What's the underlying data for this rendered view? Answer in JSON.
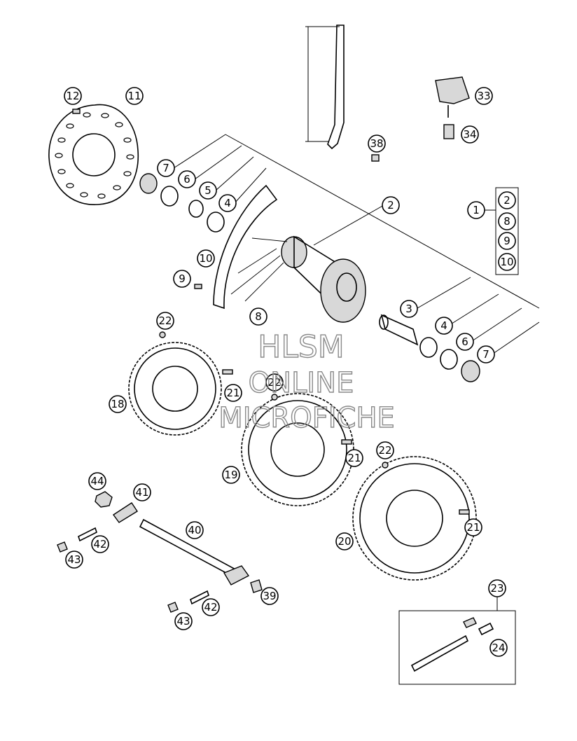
{
  "watermark": {
    "line1": "HLSM",
    "line2": "ONLINE",
    "line3": "MICROFICHE"
  },
  "callouts": [
    {
      "id": "c12",
      "label": "12"
    },
    {
      "id": "c11",
      "label": "11"
    },
    {
      "id": "c33",
      "label": "33"
    },
    {
      "id": "c34",
      "label": "34"
    },
    {
      "id": "c38",
      "label": "38"
    },
    {
      "id": "c7a",
      "label": "7"
    },
    {
      "id": "c6a",
      "label": "6"
    },
    {
      "id": "c5",
      "label": "5"
    },
    {
      "id": "c4a",
      "label": "4"
    },
    {
      "id": "c2",
      "label": "2"
    },
    {
      "id": "c1",
      "label": "1"
    },
    {
      "id": "k2",
      "label": "2"
    },
    {
      "id": "k8",
      "label": "8"
    },
    {
      "id": "k9",
      "label": "9"
    },
    {
      "id": "k10",
      "label": "10"
    },
    {
      "id": "c10",
      "label": "10"
    },
    {
      "id": "c9",
      "label": "9"
    },
    {
      "id": "c8",
      "label": "8"
    },
    {
      "id": "c3",
      "label": "3"
    },
    {
      "id": "c4b",
      "label": "4"
    },
    {
      "id": "c6b",
      "label": "6"
    },
    {
      "id": "c7b",
      "label": "7"
    },
    {
      "id": "c22a",
      "label": "22"
    },
    {
      "id": "c21a",
      "label": "21"
    },
    {
      "id": "c22b",
      "label": "22"
    },
    {
      "id": "c18",
      "label": "18"
    },
    {
      "id": "c21b",
      "label": "21"
    },
    {
      "id": "c22c",
      "label": "22"
    },
    {
      "id": "c19",
      "label": "19"
    },
    {
      "id": "c21c",
      "label": "21"
    },
    {
      "id": "c20",
      "label": "20"
    },
    {
      "id": "c44",
      "label": "44"
    },
    {
      "id": "c41",
      "label": "41"
    },
    {
      "id": "c40",
      "label": "40"
    },
    {
      "id": "c42a",
      "label": "42"
    },
    {
      "id": "c43a",
      "label": "43"
    },
    {
      "id": "c39",
      "label": "39"
    },
    {
      "id": "c42b",
      "label": "42"
    },
    {
      "id": "c43b",
      "label": "43"
    },
    {
      "id": "c23",
      "label": "23"
    },
    {
      "id": "c24",
      "label": "24"
    }
  ]
}
